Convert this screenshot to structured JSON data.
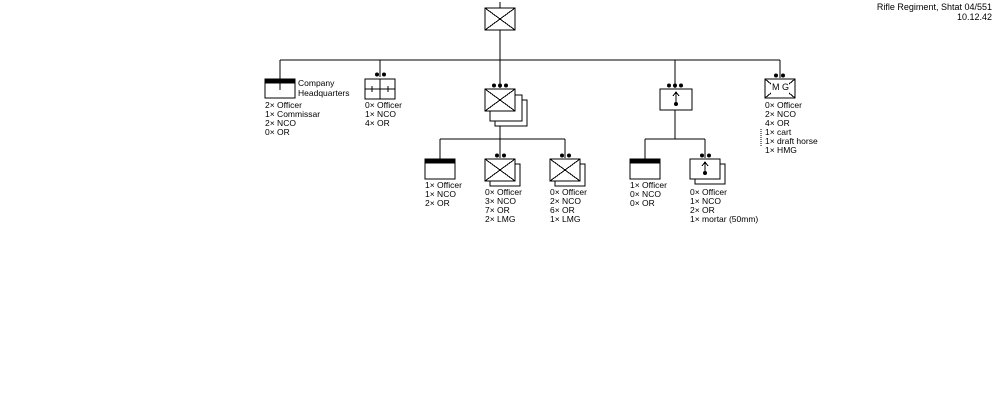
{
  "header": {
    "title": "Rifle Regiment, Shtat 04/551",
    "date": "10.12.42"
  },
  "units": {
    "hq": {
      "label_line1": "Company",
      "label_line2": "Headquarters",
      "lines": [
        "2× Officer",
        "1× Commissar",
        "2× NCO",
        "0× OR"
      ]
    },
    "medical": {
      "lines": [
        "0× Officer",
        "1× NCO",
        "4× OR"
      ]
    },
    "rifle_hq": {
      "lines": [
        "1× Officer",
        "1× NCO",
        "2× OR"
      ]
    },
    "rifle_a": {
      "lines": [
        "0× Officer",
        "3× NCO",
        "7× OR",
        "2× LMG"
      ]
    },
    "rifle_b": {
      "lines": [
        "0× Officer",
        "2× NCO",
        "6× OR",
        "1× LMG"
      ]
    },
    "mortar_hq": {
      "lines": [
        "1× Officer",
        "0× NCO",
        "0× OR"
      ]
    },
    "mortar_sec": {
      "lines": [
        "0× Officer",
        "1× NCO",
        "2× OR",
        "1× mortar (50mm)"
      ]
    },
    "mg": {
      "symbol_text": "M G",
      "lines": [
        "0× Officer",
        "2× NCO",
        "4× OR",
        "1× cart",
        "1× draft horse",
        "1× HMG"
      ]
    }
  }
}
